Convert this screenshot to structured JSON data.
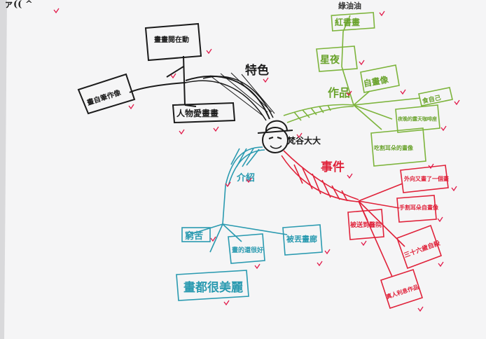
{
  "center": {
    "label": "梵谷大大"
  },
  "branches": {
    "traits": {
      "title": "特色",
      "color": "#1b1b1b",
      "nodes": [
        "畫畫閱在動",
        "畫自筆作像",
        "人物愛畫畫"
      ]
    },
    "works": {
      "title": "作品",
      "color": "#7db43c",
      "nodes": [
        "綠油油",
        "紅書畫",
        "星夜",
        "自畫像",
        "食自己",
        "夜晚的露天咖啡座",
        "吃割耳朵的畫像"
      ]
    },
    "intro": {
      "title": "介紹",
      "color": "#2a9ab0",
      "nodes": [
        "窮苦",
        "畫的還很好",
        "被丟畫廊",
        "畫都很美麗"
      ]
    },
    "events": {
      "title": "事件",
      "color": "#e0223a",
      "nodes": [
        "外向又畫了一個畫",
        "手割耳朵自畫像",
        "被送到醫院",
        "三十六歲自殺",
        "真人利息作品"
      ]
    }
  },
  "top_left_fragment": "ァ(( ^"
}
